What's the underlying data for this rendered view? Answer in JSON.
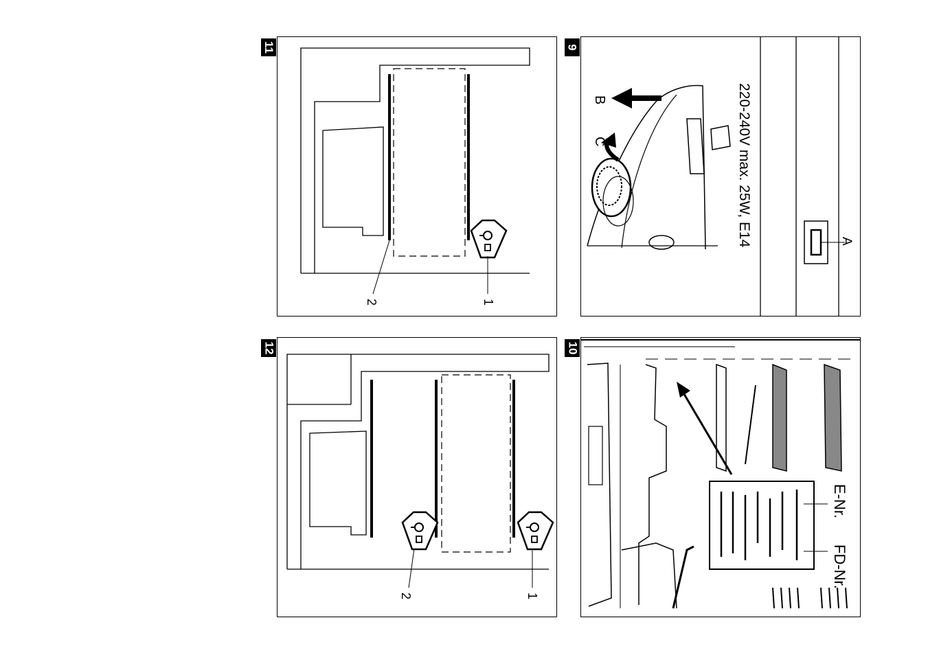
{
  "figures": [
    {
      "number": "11",
      "callouts": [
        "1",
        "2"
      ]
    },
    {
      "number": "9",
      "voltage_text": "220-240V max. 25W, E14",
      "labels": [
        "A",
        "B",
        "C"
      ]
    },
    {
      "number": "12",
      "callouts": [
        "1",
        "2"
      ]
    },
    {
      "number": "10",
      "labels": [
        "E-Nr.",
        "FD-Nr."
      ]
    }
  ]
}
